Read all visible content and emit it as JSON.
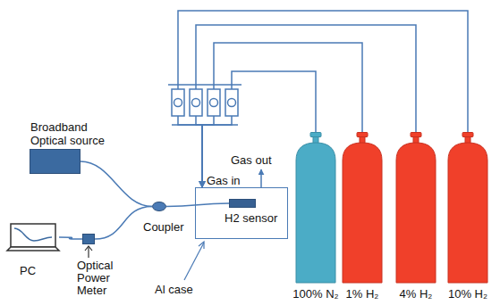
{
  "diagram": {
    "nodes": [
      {
        "text": [
          "Broadband Optical source"
        ]
      },
      {
        "text": [
          "PC"
        ]
      },
      {
        "text": [
          "Optical Power Meter"
        ]
      },
      {
        "text": [
          "Coupler"
        ]
      },
      {
        "text": [
          "Al case"
        ]
      },
      {
        "text": [
          "H2 sensor"
        ],
        "in": 4
      },
      {
        "text": [
          "100% N₂"
        ]
      },
      {
        "text": [
          "1% H₂"
        ]
      },
      {
        "text": [
          "4% H₂"
        ]
      },
      {
        "text": [
          "10% H₂"
        ]
      }
    ],
    "edges": [
      {
        "from": 0,
        "to": 3,
        "arrow": "none"
      },
      {
        "from": 3,
        "to": 5,
        "arrow": "none"
      },
      {
        "from": 3,
        "to": 2,
        "arrow": "none"
      },
      {
        "from": 2,
        "to": 1,
        "arrow": "none"
      },
      {
        "from": 6,
        "to": 4,
        "arrow": "to"
      },
      {
        "from": 7,
        "to": 4,
        "arrow": "to"
      },
      {
        "from": 8,
        "to": 4,
        "arrow": "to"
      },
      {
        "from": 9,
        "to": 4,
        "arrow": "to"
      }
    ],
    "labels": [
      "Gas in",
      "Gas out"
    ]
  }
}
